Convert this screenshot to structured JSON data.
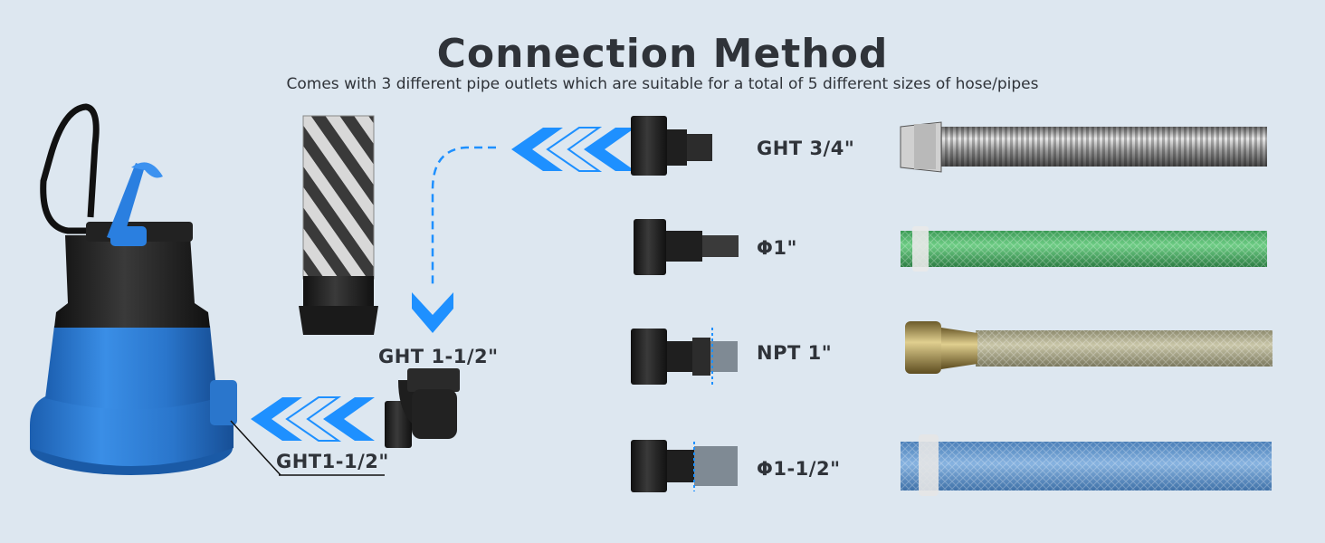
{
  "header": {
    "title": "Connection Method",
    "subtitle": "Comes with 3 different pipe outlets which are suitable for a total of 5 different sizes of hose/pipes"
  },
  "labels": {
    "pump_outlet": "GHT1-1/2\"",
    "elbow": "GHT 1-1/2\"",
    "adapter_1": "GHT 3/4\"",
    "adapter_2": "Φ1\"",
    "adapter_3": "NPT 1\"",
    "adapter_4": "Φ1-1/2\""
  },
  "colors": {
    "background": "#dde7f0",
    "accent_blue": "#1e90ff",
    "pump_blue": "#2f7fd6",
    "text": "#2f3339"
  }
}
